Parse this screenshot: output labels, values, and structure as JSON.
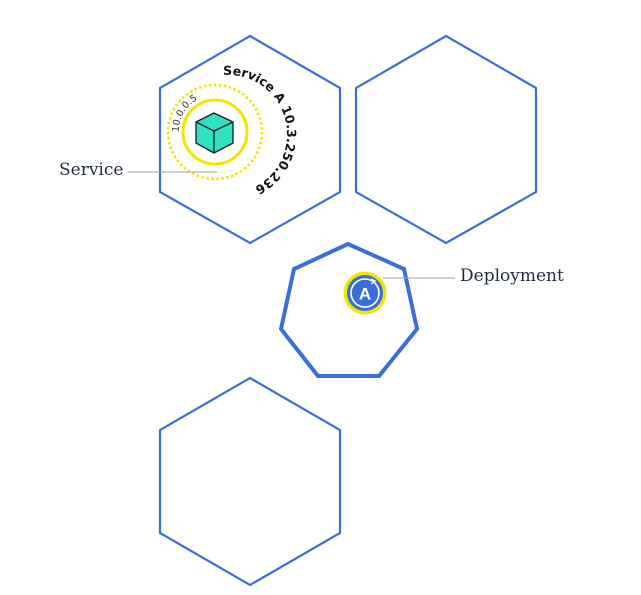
{
  "colors": {
    "node_stroke": "#3b6fd8",
    "service_ring": "#f2e600",
    "pod_fill": "#2fe0c2",
    "deployment_fill": "#3b6fd8",
    "leader_line": "#9aa0a6",
    "text": "#1f2d3d"
  },
  "service": {
    "name": "Service A",
    "ip": "10.3.250.236",
    "callout": "Service"
  },
  "pod": {
    "ip": "10.0.0.5",
    "icon": "cube-icon"
  },
  "deployment": {
    "callout": "Deployment",
    "letter": "A",
    "icon": "deployment-circle-icon"
  }
}
